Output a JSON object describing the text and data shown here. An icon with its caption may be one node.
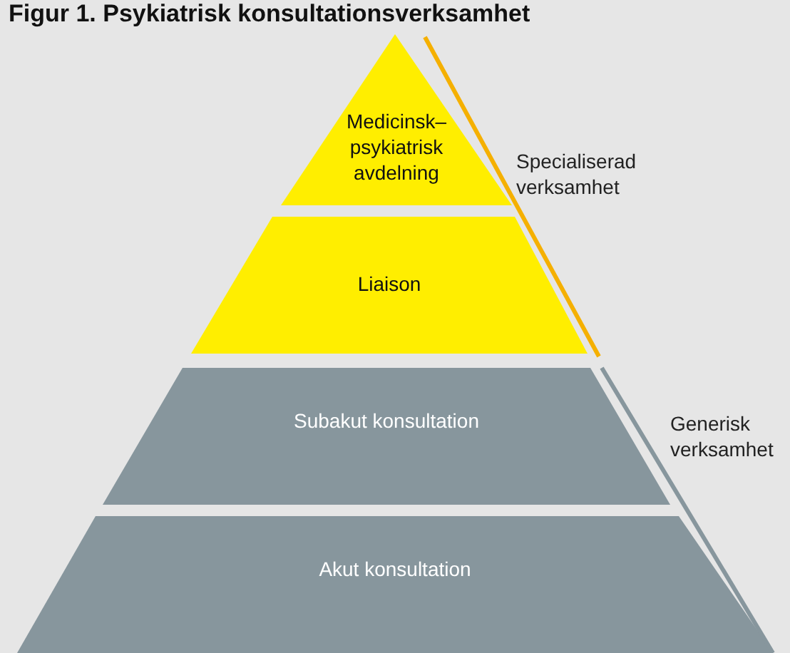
{
  "diagram": {
    "title": "Figur 1. Psykiatrisk konsultationsverksamhet",
    "nodes": [
      {
        "text": [
          "Medicinsk–psykiatrisk avdelning"
        ]
      },
      {
        "text": [
          "Liaison"
        ]
      },
      {
        "text": [
          "Subakut konsultation"
        ]
      },
      {
        "text": [
          "Akut konsultation"
        ]
      }
    ],
    "labels": [
      "Specialiserad verksamhet",
      "Generisk verksamhet"
    ]
  }
}
